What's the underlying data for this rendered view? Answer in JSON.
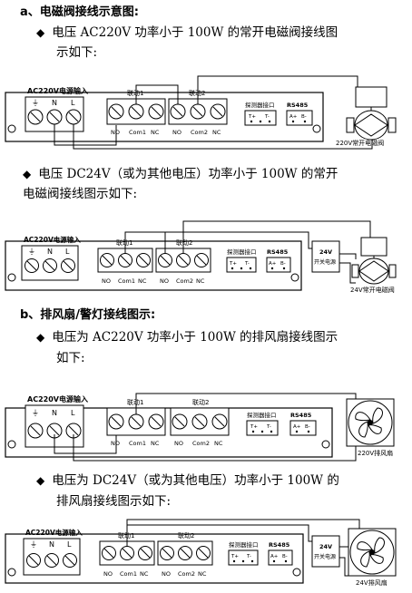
{
  "sections": [
    {
      "heading": "a、电磁阀接线示意图:"
    },
    {
      "heading": "b、排风扇/警灯接线图示:"
    }
  ],
  "paragraphs": [
    {
      "bullet": "◆",
      "line1": "电压 AC220V 功率小于 100W 的常开电磁阀接线图",
      "line2": "示如下:"
    },
    {
      "bullet": "◆",
      "line1": "电压 DC24V（或为其他电压）功率小于 100W 的常开",
      "line2": "电磁阀接线图示如下:"
    },
    {
      "bullet": "◆",
      "line1": "电压为 AC220V 功率小于 100W 的排风扇接线图示",
      "line2": "如下:"
    },
    {
      "bullet": "◆",
      "line1": "电压为 DC24V（或为其他电压）功率小于 100W 的",
      "line2": "排风扇接线图示如下:"
    }
  ],
  "labels": {
    "power_input": "AC220V电源输入",
    "ground": "⏚",
    "neutral": "N",
    "live": "L",
    "relay1": "联动1",
    "relay2": "联动2",
    "no": "NO",
    "com1": "Com1",
    "com2": "Com2",
    "nc": "NC",
    "detector_port": "探测器接口",
    "t_plus": "T+",
    "t_minus": "T-",
    "rs485": "RS485",
    "a_plus": "A+",
    "b_minus": "B-",
    "psu_line1": "24V",
    "psu_line2": "开关电源"
  },
  "devices": {
    "valve_220": "220V常开电磁阀",
    "valve_24": "24V常开电磁阀",
    "fan_220": "220V排风扇",
    "fan_24": "24V排风扇"
  },
  "icons": {
    "bullet": "diamond-bullet-icon",
    "terminal": "screw-terminal-icon",
    "valve": "solenoid-valve-icon",
    "fan": "exhaust-fan-icon",
    "psu": "power-supply-icon"
  }
}
